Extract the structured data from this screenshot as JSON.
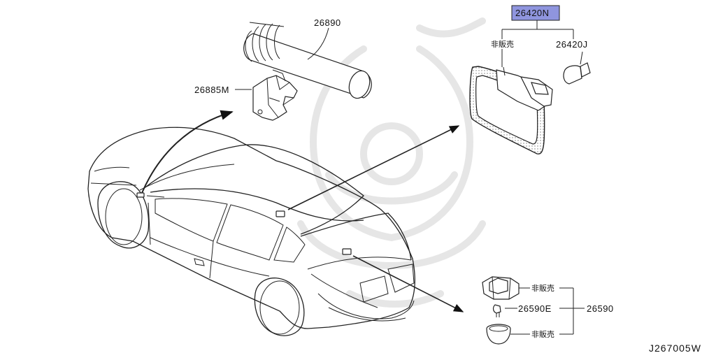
{
  "colors": {
    "highlight": "#8f95de",
    "line": "#222222",
    "watermark": "#e6e6e6"
  },
  "labels": {
    "p26890": "26890",
    "p26885M": "26885M",
    "p26420N": "26420N",
    "not_sold_1": "非販売",
    "p26420J": "26420J",
    "not_sold_2": "非販売",
    "p26590E": "26590E",
    "p26590": "26590",
    "not_sold_3": "非販売"
  },
  "figure_code": "J267005W"
}
